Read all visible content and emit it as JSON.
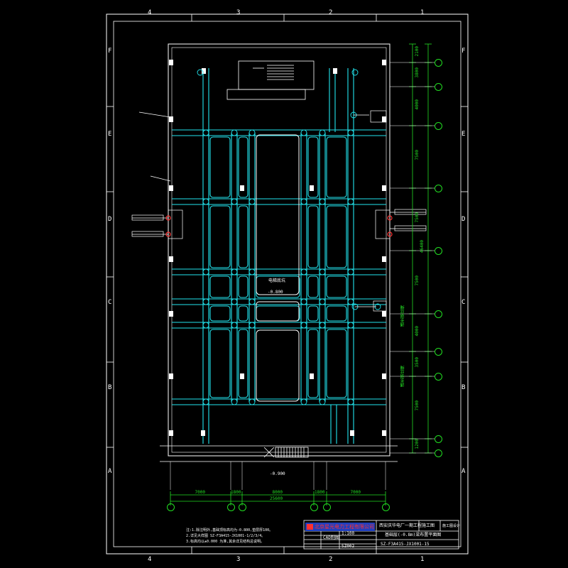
{
  "frame": {
    "col_labels": [
      "4",
      "3",
      "2",
      "1"
    ],
    "row_labels": [
      "F",
      "E",
      "D",
      "C",
      "B",
      "A"
    ]
  },
  "plan": {
    "center_label": "电梯底坑",
    "center_elevation": "-0.800",
    "bottom_elevation": "-0.900"
  },
  "right_dims": [
    "2100",
    "3800",
    "4000",
    "7500",
    "7500",
    "7500",
    "4000",
    "3500",
    "7500",
    "1200"
  ],
  "right_total": "46400",
  "right_notes": [
    "通长钢丝绳",
    "通长钢丝绳"
  ],
  "bottom_dims": [
    "7000",
    "1800",
    "8000",
    "1800",
    "7000"
  ],
  "bottom_total": "25600",
  "notes": [
    "注:1.除注明外,基础顶标高均为-0.800,垫层厚100。",
    "2.详见大样图 SZ-F3A415-JX1001-1/2/3/4。",
    "3.标高均以±0.000 为准,其余详见结构总说明。"
  ],
  "title_block": {
    "company": "北京星光电力工程有限公司",
    "project": "西安庆华电厂一期工程",
    "stage": "施工图",
    "stage2": "施工图设计",
    "drawing_title": "基础层(-0.8m)梁布置平面图",
    "drawing_no": "SZ-F3A415-JX1001-15",
    "scale": "1:100",
    "row2": "CAD制图",
    "row3": "SZ002"
  },
  "colors": {
    "background": "#000000",
    "frame": "#ffffff",
    "beam": "#22e5ee",
    "dimension": "#22dd22",
    "marker": "#ff3333"
  }
}
